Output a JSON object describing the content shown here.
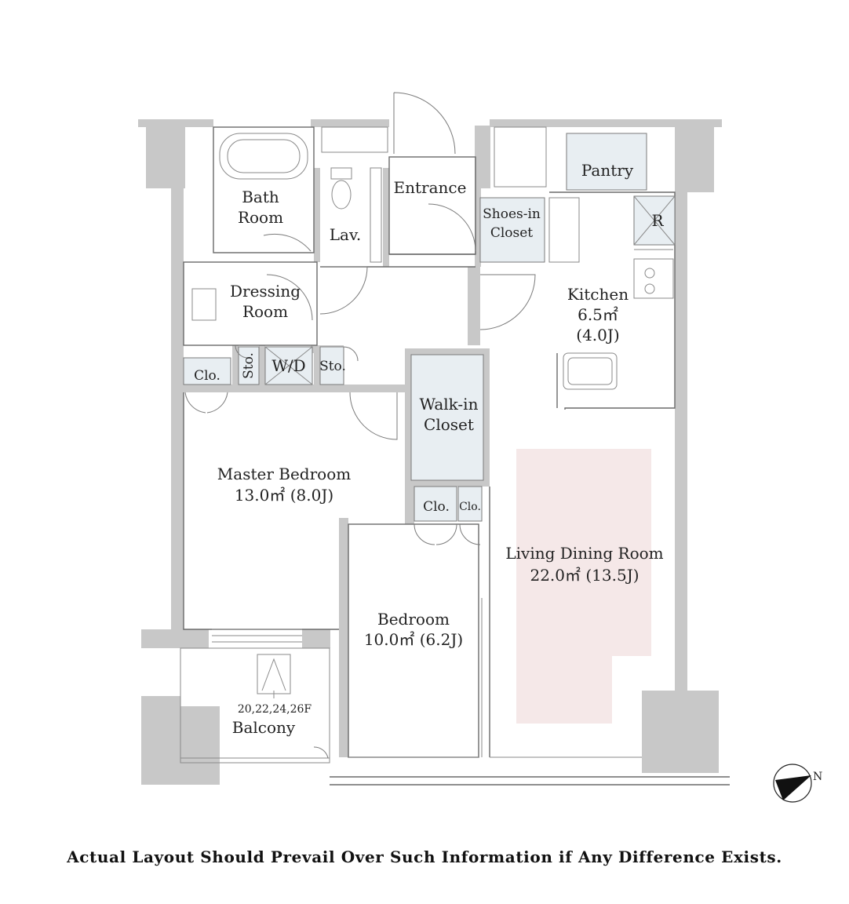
{
  "rooms": {
    "bath": [
      "Bath",
      "Room"
    ],
    "lav": "Lav.",
    "entrance": "Entrance",
    "shoes_closet": [
      "Shoes-in",
      "Closet"
    ],
    "pantry": "Pantry",
    "refrigerator": "R",
    "dressing": [
      "Dressing",
      "Room"
    ],
    "kitchen": [
      "Kitchen",
      "6.5㎡",
      "(4.0J)"
    ],
    "clo_left": "Clo.",
    "sto_vertical": "Sto.",
    "wd": "W/D",
    "sto": "Sto.",
    "walkin": [
      "Walk-in",
      "Closet"
    ],
    "master": [
      "Master Bedroom",
      "13.0㎡  (8.0J)"
    ],
    "clo_mid": "Clo.",
    "clo_small": "Clo.",
    "living": [
      "Living Dining Room",
      "22.0㎡  (13.5J)"
    ],
    "bedroom": [
      "Bedroom",
      "10.0㎡  (6.2J)"
    ],
    "balcony_floors": "20,22,24,26F",
    "balcony": "Balcony",
    "compass": "N"
  },
  "colors": {
    "wall": "#c8c8c8",
    "closet": "#e8eef2",
    "living_highlight": "#f5e8e8"
  },
  "disclaimer": "Actual Layout Should Prevail Over Such Information if Any Difference Exists."
}
